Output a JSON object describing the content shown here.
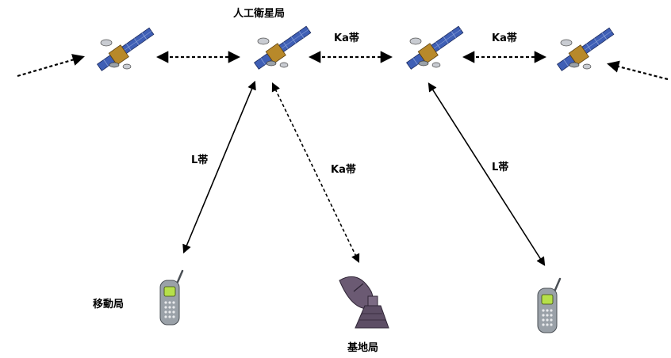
{
  "labels": {
    "satellite_station": "人工衛星局",
    "mobile_station": "移動局",
    "base_station": "基地局",
    "ka_band_top_left": "Ka帯",
    "ka_band_top_right": "Ka帯",
    "ka_band_feeder": "Ka帯",
    "l_band_left": "L帯",
    "l_band_right": "L帯"
  },
  "colors": {
    "satellite_body": "#b8892a",
    "solar_panel": "#3f5fb5",
    "solar_panel_frame": "#8aa0d6",
    "phone_body": "#9aa1a8",
    "phone_screen": "#b6e04a",
    "dish": "#6b5a73",
    "link_line": "#000000"
  }
}
